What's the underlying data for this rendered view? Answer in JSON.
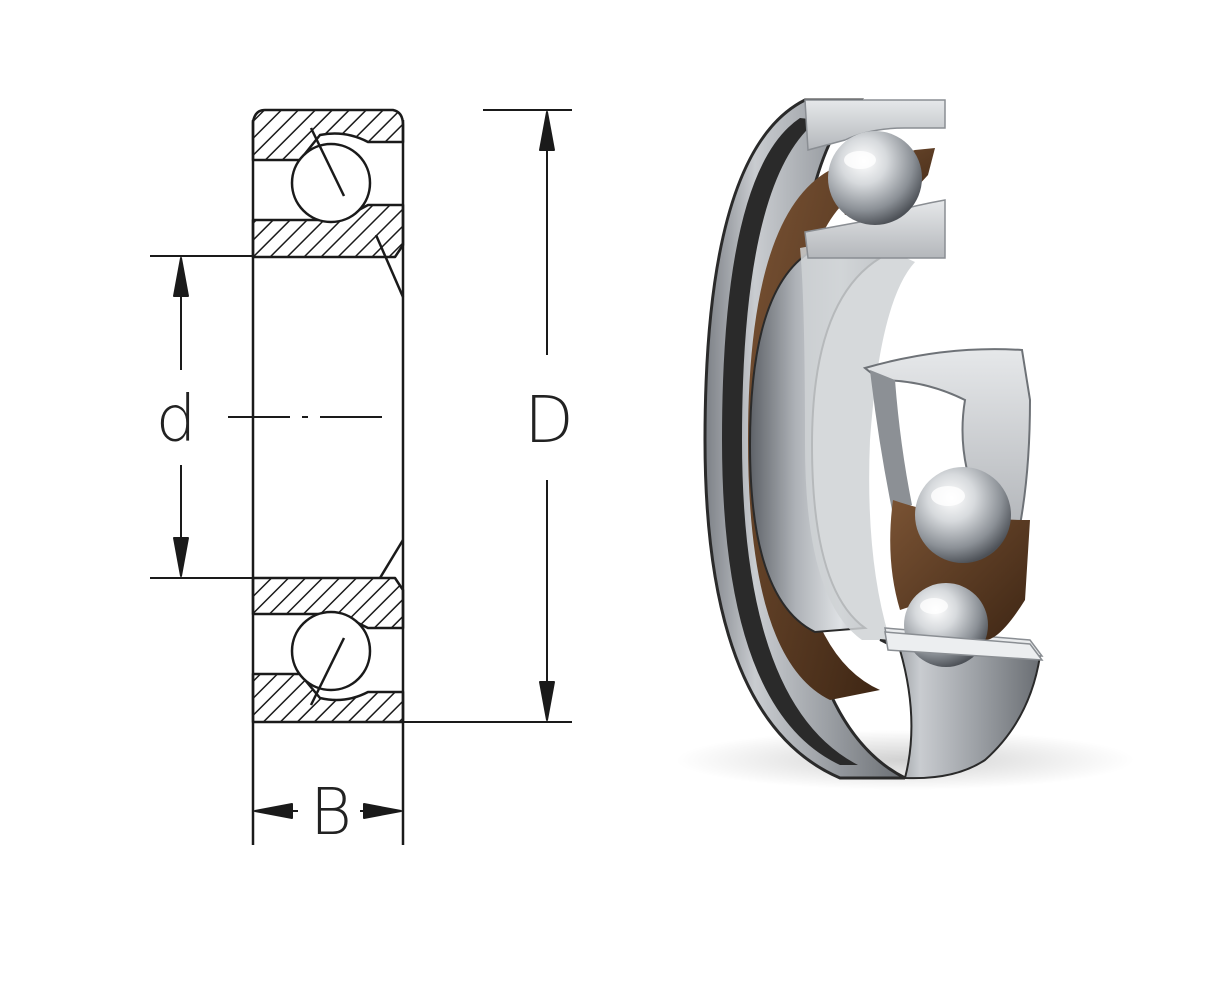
{
  "drawing": {
    "labels": {
      "bore": "d",
      "outer": "D",
      "width": "B"
    },
    "colors": {
      "line": "#1a1a1a",
      "hatch": "#1a1a1a",
      "background": "#ffffff"
    }
  },
  "photo": {
    "subject": "angular-contact-ball-bearing-cutaway",
    "colors": {
      "steel": "#b9bcc0",
      "steel_dark": "#6e7277",
      "cage": "#5a3a22",
      "seal": "#2a2a2a"
    }
  }
}
